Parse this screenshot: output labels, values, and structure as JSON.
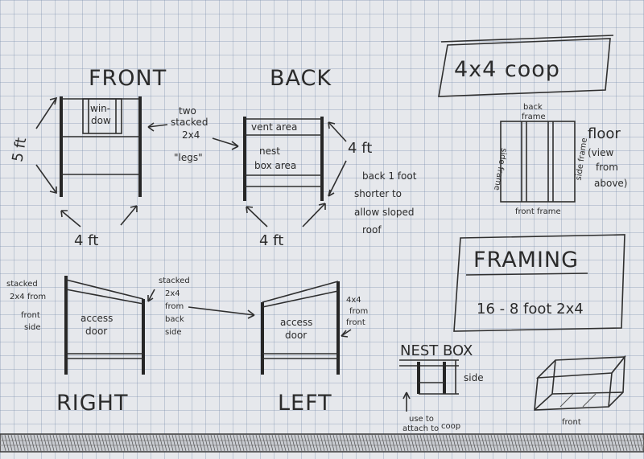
{
  "labels": {
    "front": "FRONT",
    "back": "BACK",
    "right": "RIGHT",
    "left": "LEFT",
    "window": [
      "win-",
      "dow"
    ],
    "five_ft": "5 ft",
    "four_ft_front": "4 ft",
    "four_ft_back": "4 ft",
    "four_ft_height_back": "4 ft",
    "two_stacked": [
      "two",
      "stacked",
      "2x4",
      "\"legs\""
    ],
    "vent_area": "vent area",
    "nest_box_area": [
      "nest",
      "box area"
    ],
    "back_note": [
      "back 1 foot",
      "shorter to",
      "allow sloped",
      "roof"
    ],
    "right_left_note": [
      "stacked",
      "2x4 from",
      "front",
      "side"
    ],
    "right_right_note": [
      "stacked",
      "2x4",
      "from",
      "back",
      "side"
    ],
    "access_door_right": [
      "access",
      "door"
    ],
    "access_door_left": [
      "access",
      "door"
    ],
    "left_note": [
      "4x4",
      "from",
      "front"
    ],
    "coop_title": "4x4 coop",
    "floor_back": [
      "back",
      "frame"
    ],
    "floor_front": "front frame",
    "floor_side_left": "side frame",
    "floor_side_right": "side frame",
    "floor_note": [
      "floor",
      "(view",
      "from",
      "above)"
    ],
    "framing_title": "FRAMING",
    "framing_spec": "16 - 8 foot 2x4",
    "nest_box_title": "NEST BOX",
    "nest_side": "side",
    "nest_note": [
      "use to",
      "attach to",
      "coop"
    ],
    "nest_front": "front"
  }
}
